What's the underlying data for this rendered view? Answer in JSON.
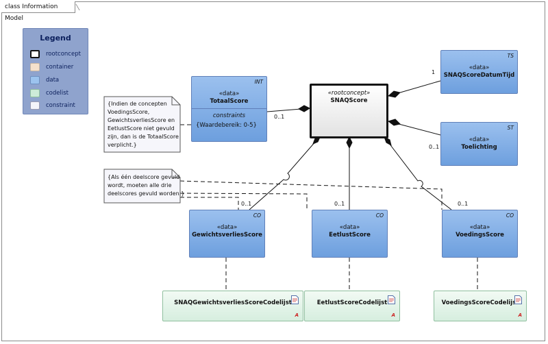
{
  "frame_title": "class Information Model",
  "legend": {
    "title": "Legend",
    "items": [
      {
        "label": "rootconcept",
        "color": "#ffffff",
        "border": "#111111"
      },
      {
        "label": "container",
        "color": "#f5e1cc",
        "border": "#c9b7a3"
      },
      {
        "label": "data",
        "color": "#9cc3ee",
        "border": "#6d8fbf"
      },
      {
        "label": "codelist",
        "color": "#cdebd8",
        "border": "#8fbf9e"
      },
      {
        "label": "constraint",
        "color": "#f4f4fa",
        "border": "#9a9ab0"
      }
    ]
  },
  "classes": {
    "root": {
      "stereotype": "«rootconcept»",
      "name": "SNAQScore"
    },
    "totaal": {
      "stereotype": "«data»",
      "name": "TotaalScore",
      "tag": "INT",
      "compartment_title": "constraints",
      "compartment_body": "{Waardebereik: 0-5}"
    },
    "datumtijd": {
      "stereotype": "«data»",
      "name": "SNAQScoreDatumTijd",
      "tag": "TS"
    },
    "toelichting": {
      "stereotype": "«data»",
      "name": "Toelichting",
      "tag": "ST"
    },
    "gewicht": {
      "stereotype": "«data»",
      "name": "GewichtsverliesScore",
      "tag": "CO"
    },
    "eetlust": {
      "stereotype": "«data»",
      "name": "EetlustScore",
      "tag": "CO"
    },
    "voeding": {
      "stereotype": "«data»",
      "name": "VoedingsScore",
      "tag": "CO"
    }
  },
  "codelists": {
    "gewicht": {
      "name": "SNAQGewichtsverliesScoreCodelijst",
      "marker": "A"
    },
    "eetlust": {
      "name": "EetlustScoreCodelijst",
      "marker": "A"
    },
    "voeding": {
      "name": "VoedingsScoreCodelijst",
      "marker": "A"
    }
  },
  "notes": {
    "totaal": [
      "{Indien de concepten",
      "VoedingsScore,",
      "GewichtsverliesScore en",
      "EetlustScore niet gevuld",
      "zijn, dan is de TotaalScore",
      "verplicht.}"
    ],
    "deelscore": [
      "{Als één deelscore gevuld",
      "wordt, moeten alle drie",
      "deelscores gevuld worden.}"
    ]
  },
  "multiplicities": {
    "totaal": "0..1",
    "datumtijd": "1",
    "toelichting": "0..1",
    "gewicht": "0..1",
    "eetlust": "0..1",
    "voeding": "0..1"
  },
  "colors": {
    "data_fill": "#86b0e8",
    "data_border": "#5f7fb8",
    "codelist_fill": "#dff2e6",
    "note_fill": "#f6f6fb",
    "legend_fill": "#8fa3cd"
  }
}
